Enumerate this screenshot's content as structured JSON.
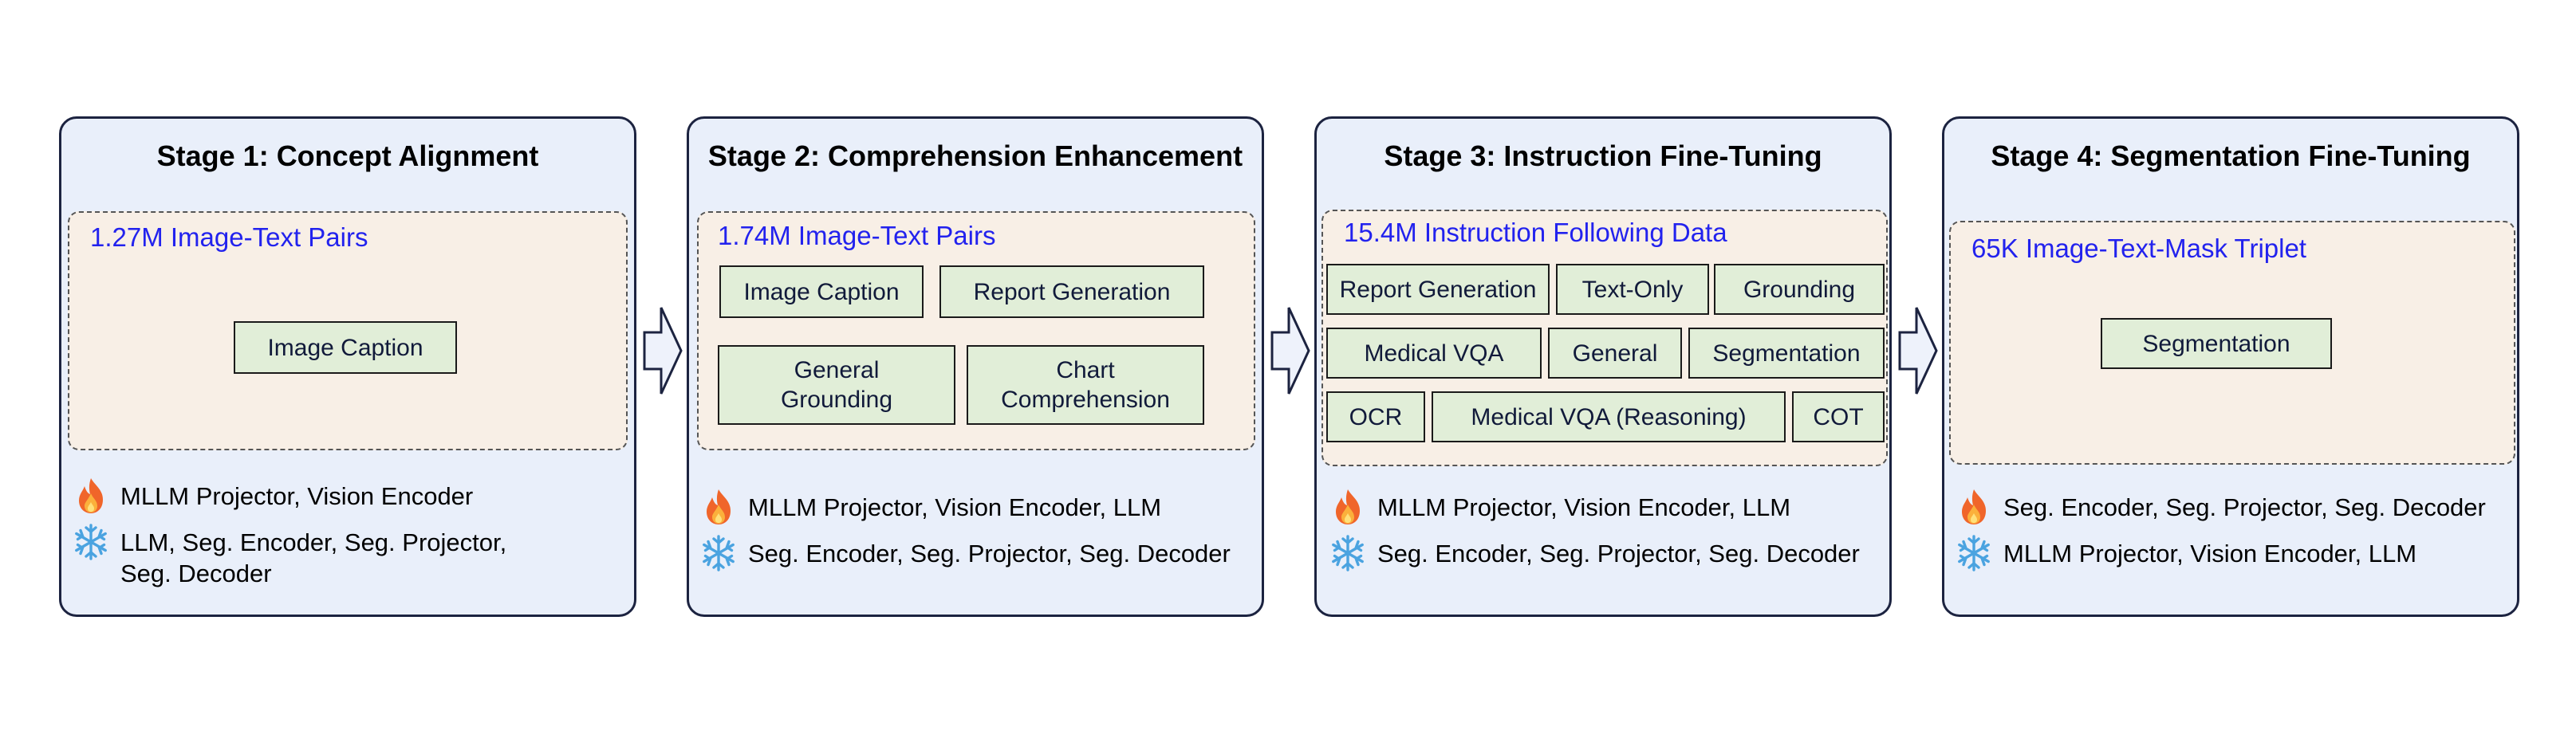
{
  "stages": [
    {
      "title": "Stage 1: Concept Alignment",
      "data_label": "1.27M Image-Text Pairs",
      "tasks": [
        "Image Caption"
      ],
      "trainable": "MLLM Projector, Vision Encoder",
      "frozen_line1": "LLM, Seg. Encoder, Seg. Projector,",
      "frozen_line2": "Seg. Decoder"
    },
    {
      "title": "Stage 2: Comprehension Enhancement",
      "data_label": "1.74M Image-Text Pairs",
      "tasks": [
        "Image Caption",
        "Report Generation",
        "General",
        "Grounding",
        "Chart",
        "Comprehension"
      ],
      "trainable": "MLLM Projector, Vision Encoder, LLM",
      "frozen": "Seg. Encoder, Seg. Projector, Seg. Decoder"
    },
    {
      "title": "Stage 3: Instruction Fine-Tuning",
      "data_label": "15.4M Instruction Following Data",
      "tasks": [
        "Report Generation",
        "Text-Only",
        "Grounding",
        "Medical VQA",
        "General",
        "Segmentation",
        "OCR",
        "Medical VQA (Reasoning)",
        "COT"
      ],
      "trainable": "MLLM Projector, Vision Encoder, LLM",
      "frozen": "Seg. Encoder, Seg. Projector, Seg. Decoder"
    },
    {
      "title": "Stage 4: Segmentation Fine-Tuning",
      "data_label": "65K Image-Text-Mask Triplet",
      "tasks": [
        "Segmentation"
      ],
      "trainable": "Seg. Encoder, Seg. Projector, Seg. Decoder",
      "frozen": "MLLM Projector, Vision Encoder, LLM"
    }
  ],
  "icons": {
    "trainable": "fire-icon",
    "frozen": "snowflake-icon",
    "arrow": "right-arrow-icon"
  },
  "colors": {
    "stage_bg": "#e9effa",
    "data_box_bg": "#f8efe6",
    "task_bg": "#e1eed8",
    "data_label": "#2222ee",
    "fire": "#f0652a",
    "snowflake": "#4aa3e0"
  }
}
